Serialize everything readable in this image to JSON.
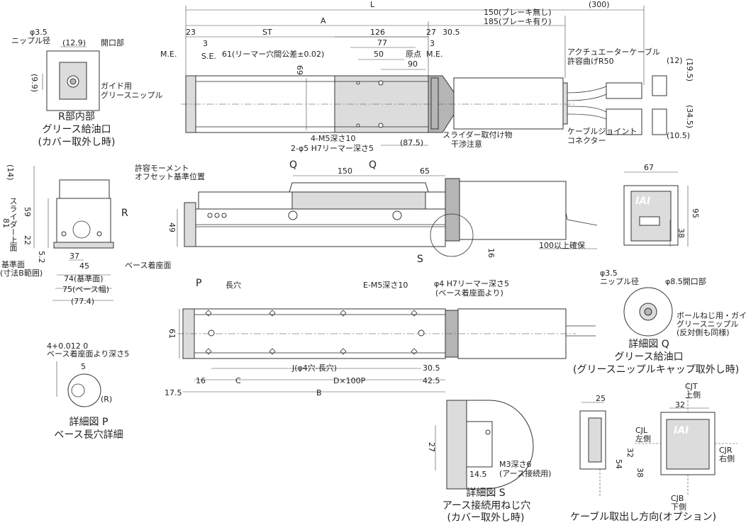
{
  "top": {
    "L": "L",
    "A": "A",
    "d300": "(300)",
    "brake_none": "150(ブレーキ無し)",
    "brake_yes": "185(ブレーキ有り)",
    "d23": "23",
    "d3": "3",
    "ST": "ST",
    "d126": "126",
    "d27": "27",
    "d30_5": "30.5",
    "d77": "77",
    "d50": "50",
    "genten": "原点",
    "d3b": "3",
    "me_left": "M.E.",
    "me_right": "M.E.",
    "se": "S.E.",
    "reamer_pitch": "61(リーマー穴間公差±0.02)",
    "d90": "90",
    "d69": "69",
    "m5": "4-M5深さ10",
    "reamer": "2-φ5 H7リーマー深さ5",
    "d87_5": "(87.5)",
    "slider_note_1": "スライダー取付け物",
    "slider_note_2": "干渉注意",
    "cable_1": "アクチュエーターケーブル",
    "cable_2": "許容曲げR50",
    "joint_1": "ケーブルジョイント",
    "joint_2": "コネクター",
    "d12": "(12)",
    "d19_5": "(19.5)",
    "d34_5": "(34.5)",
    "d10_5": "(10.5)"
  },
  "r_detail": {
    "phi35": "φ3.5",
    "nipple_dia": "ニップル径",
    "d12_9": "(12.9)",
    "opening": "開口部",
    "d9_9": "(9.9)",
    "guide_1": "ガイド用",
    "guide_2": "グリースニップル",
    "cap_1": "R部内部",
    "cap_2": "グリース給油口",
    "cap_3": "(カバー取外し時)"
  },
  "side_left": {
    "d14": "(14)",
    "moment_1": "許容モーメント",
    "moment_2": "オフセット基準位置",
    "R": "R",
    "d81": "81",
    "slider_top": "スライダー上面",
    "d59": "59",
    "d22": "22",
    "d5_2": "5.2",
    "ref_surface": "基準面",
    "ref_range": "(寸法B範囲)",
    "d37": "37",
    "d45": "45",
    "d74": "74(基準面)",
    "d75": "75(ベース幅)",
    "d77_4": "(77.4)",
    "base_mount": "ベース着座面"
  },
  "middle": {
    "Q1": "Q",
    "Q2": "Q",
    "d150": "150",
    "d65": "65",
    "d49": "49",
    "S": "S",
    "d16": "16",
    "keep_100": "100以上確保"
  },
  "right_end": {
    "d67": "67",
    "brand": "IAI",
    "d95": "95",
    "d38": "38"
  },
  "q_detail": {
    "phi35": "φ3.5",
    "nipple_dia": "ニップル径",
    "phi85": "φ8.5開口部",
    "ball_1": "ボールねじ用・ガイド用",
    "ball_2": "グリースニップル",
    "ball_3": "(反対側も同様)",
    "cap_1": "詳細図 Q",
    "cap_2": "グリース給油口",
    "cap_3": "(グリースニップルキャップ取外し時)"
  },
  "bottom": {
    "P": "P",
    "long_hole": "長穴",
    "em5": "E-M5深さ10",
    "phi4_1": "φ4 H7リーマー深さ5",
    "phi4_2": "(ベース着座面より)",
    "d61": "61",
    "J": "J(φ4穴-長穴)",
    "d30_5": "30.5",
    "d16": "16",
    "C": "C",
    "Dx100": "D×100P",
    "d42_5": "42.5",
    "d17_5": "17.5",
    "B": "B"
  },
  "p_detail": {
    "tol": "4+0.012 0",
    "depth": "ベース着座面より深さ5",
    "d5": "5",
    "R": "(R)",
    "cap_1": "詳細図 P",
    "cap_2": "ベース長穴詳細"
  },
  "s_detail": {
    "d27": "27",
    "d14_5": "14.5",
    "m3_1": "M3深さ6",
    "m3_2": "(アース接続用)",
    "cap_1": "詳細図 S",
    "cap_2": "アース接続用ねじ穴",
    "cap_3": "(カバー取外し時)"
  },
  "cable_dir": {
    "d25": "25",
    "cjt_1": "CJT",
    "cjt_2": "上側",
    "d32a": "32",
    "cjl_1": "CJL",
    "cjl_2": "左側",
    "cjr_1": "CJR",
    "cjr_2": "右側",
    "d32b": "32",
    "d54": "54",
    "d38": "38",
    "cjb_1": "CJB",
    "cjb_2": "下側",
    "brand": "IAI",
    "caption": "ケーブル取出し方向(オプション)"
  }
}
